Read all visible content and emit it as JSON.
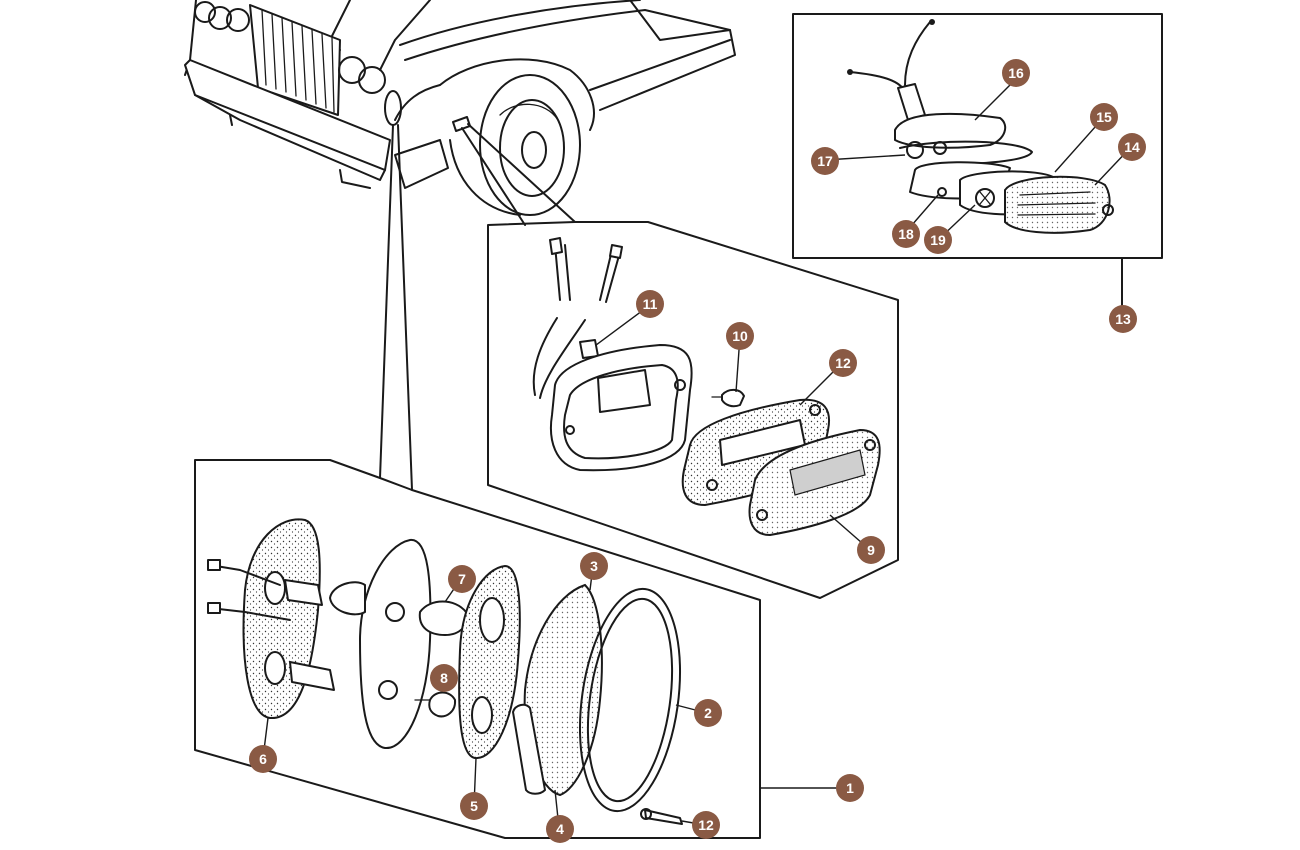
{
  "diagram": {
    "background": "#ffffff",
    "callout_color": "#8a5a44",
    "callouts": [
      {
        "id": "c1",
        "label": "1"
      },
      {
        "id": "c2",
        "label": "2"
      },
      {
        "id": "c3",
        "label": "3"
      },
      {
        "id": "c4",
        "label": "4"
      },
      {
        "id": "c5",
        "label": "5"
      },
      {
        "id": "c6",
        "label": "6"
      },
      {
        "id": "c7",
        "label": "7"
      },
      {
        "id": "c8",
        "label": "8"
      },
      {
        "id": "c9",
        "label": "9"
      },
      {
        "id": "c10",
        "label": "10"
      },
      {
        "id": "c11",
        "label": "11"
      },
      {
        "id": "c12a",
        "label": "12"
      },
      {
        "id": "c12b",
        "label": "12"
      },
      {
        "id": "c13",
        "label": "13"
      },
      {
        "id": "c14",
        "label": "14"
      },
      {
        "id": "c15",
        "label": "15"
      },
      {
        "id": "c16",
        "label": "16"
      },
      {
        "id": "c17",
        "label": "17"
      },
      {
        "id": "c18",
        "label": "18"
      },
      {
        "id": "c19",
        "label": "19"
      }
    ]
  }
}
